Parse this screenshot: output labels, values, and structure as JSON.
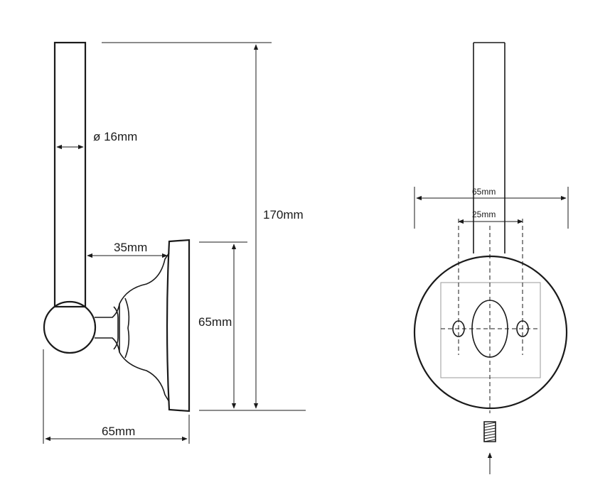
{
  "side_view": {
    "diameter_label": "ø 16mm",
    "projection_label": "35mm",
    "plate_height_label": "65mm",
    "total_height_label": "170mm",
    "overall_width_label": "65mm"
  },
  "front_view": {
    "plate_width_label": "65mm",
    "hole_spacing_label": "25mm"
  }
}
